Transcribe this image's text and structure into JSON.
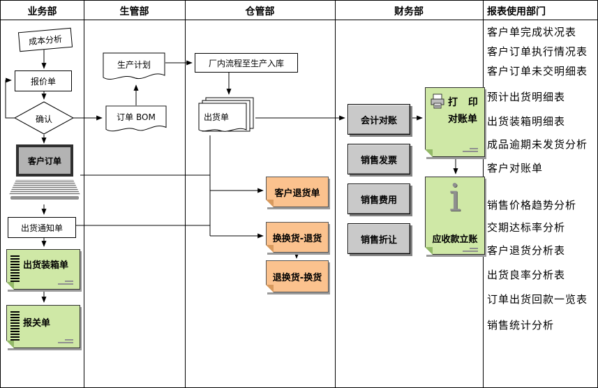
{
  "lanes": [
    {
      "label": "业务部"
    },
    {
      "label": "生管部"
    },
    {
      "label": "仓管部"
    },
    {
      "label": "财务部"
    },
    {
      "label": "报表使用部门"
    }
  ],
  "nodes": {
    "cost_analysis": "成本分析",
    "quotation": "报价单",
    "confirm": "确认",
    "customer_order": "客户订单",
    "shipping_notice": "出货通知单",
    "packing_list": "出货装箱单",
    "customs_declaration": "报关单",
    "production_plan": "生产计划",
    "order_bom": "订单 BOM",
    "factory_inbound": "厂内流程至生产入库",
    "shipping_order": "出货单",
    "customer_return": "客户退货单",
    "exchange_return": "换换货-退货",
    "return_exchange": "退换货-换货",
    "accounting_recon": "会计对账",
    "sales_invoice": "销售发票",
    "sales_expense": "销售费用",
    "sales_allowance": "销售折让",
    "print_line1": "打 印",
    "print_line2": "对账单",
    "receivable": "应收款立账"
  },
  "icons": {
    "info_glyph": "i"
  },
  "reports": [
    "客户单完成状况表",
    "客户订单执行情况表",
    "客户订单未交明细表",
    "预计出货明细表",
    "出货装箱明细表",
    "成品逾期未发货分析",
    "客户对账单",
    "销售价格趋势分析",
    "交期达标率分析",
    "客户退货分析表",
    "出货良率分析表",
    "订单出货回款一览表",
    "销售统计分析"
  ],
  "colors": {
    "note_green": "#cfe8a6",
    "note_orange": "#fbc28e",
    "box_gray": "#c9c9c9",
    "line": "#000000"
  }
}
